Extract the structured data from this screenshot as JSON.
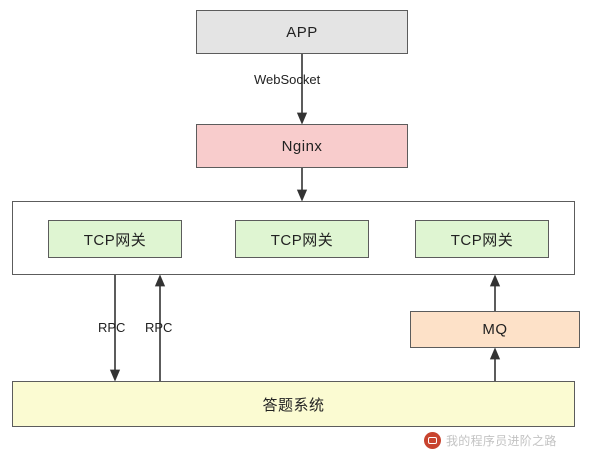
{
  "diagram": {
    "nodes": {
      "app": "APP",
      "nginx": "Nginx",
      "gateway_1": "TCP网关",
      "gateway_2": "TCP网关",
      "gateway_3": "TCP网关",
      "mq": "MQ",
      "answer_system": "答题系统"
    },
    "edge_labels": {
      "websocket": "WebSocket",
      "rpc_down": "RPC",
      "rpc_up": "RPC"
    },
    "colors": {
      "app_fill": "#e4e4e4",
      "nginx_fill": "#f8cccc",
      "gateway_fill": "#dff5d2",
      "mq_fill": "#fde1c8",
      "answer_fill": "#fbfbd2",
      "stroke": "#5c5c5c",
      "watermark_logo": "#c8442f"
    }
  },
  "watermark": {
    "text": "我的程序员进阶之路"
  }
}
